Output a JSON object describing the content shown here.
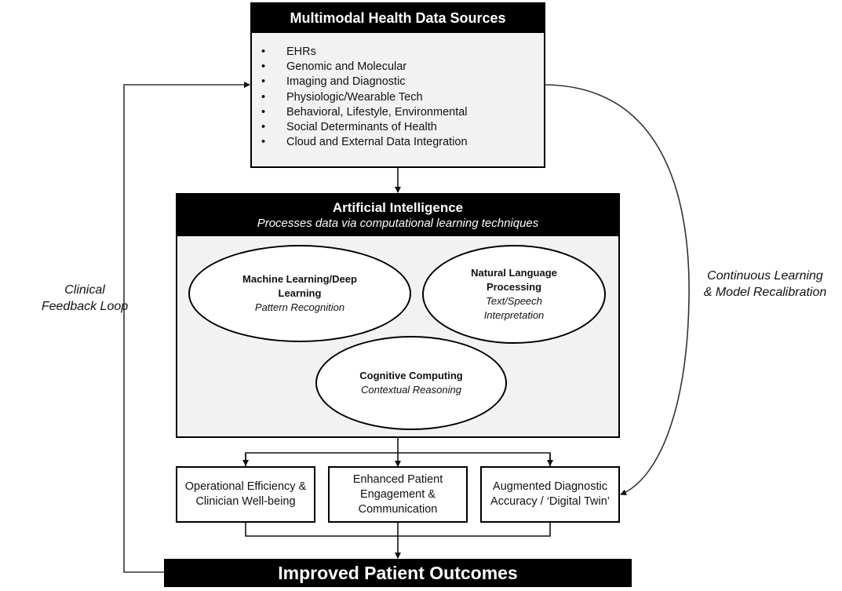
{
  "sources": {
    "title": "Multimodal Health Data Sources",
    "items": [
      "EHRs",
      "Genomic and Molecular",
      "Imaging and Diagnostic",
      "Physiologic/Wearable Tech",
      "Behavioral, Lifestyle, Environmental",
      "Social Determinants of Health",
      "Cloud and External Data Integration"
    ]
  },
  "ai": {
    "title": "Artificial Intelligence",
    "subtitle": "Processes data via computational learning techniques",
    "techniques": [
      {
        "title": "Machine Learning/Deep Learning",
        "subtitle": "Pattern Recognition"
      },
      {
        "title": "Natural Language Processing",
        "subtitle": "Text/Speech Interpretation"
      },
      {
        "title": "Cognitive Computing",
        "subtitle": "Contextual Reasoning"
      }
    ]
  },
  "outputs": [
    "Operational Efficiency & Clinician Well-being",
    "Enhanced Patient Engagement & Communication",
    "Augmented Diagnostic Accuracy / ‘Digital Twin’"
  ],
  "outcome": "Improved Patient Outcomes",
  "loops": {
    "clinical_line1": "Clinical",
    "clinical_line2": "Feedback Loop",
    "continuous_line1": "Continuous Learning",
    "continuous_line2": "& Model Recalibration"
  },
  "colors": {
    "header_bg": "#000000",
    "panel_bg": "#f2f2f2",
    "line": "#333333"
  }
}
